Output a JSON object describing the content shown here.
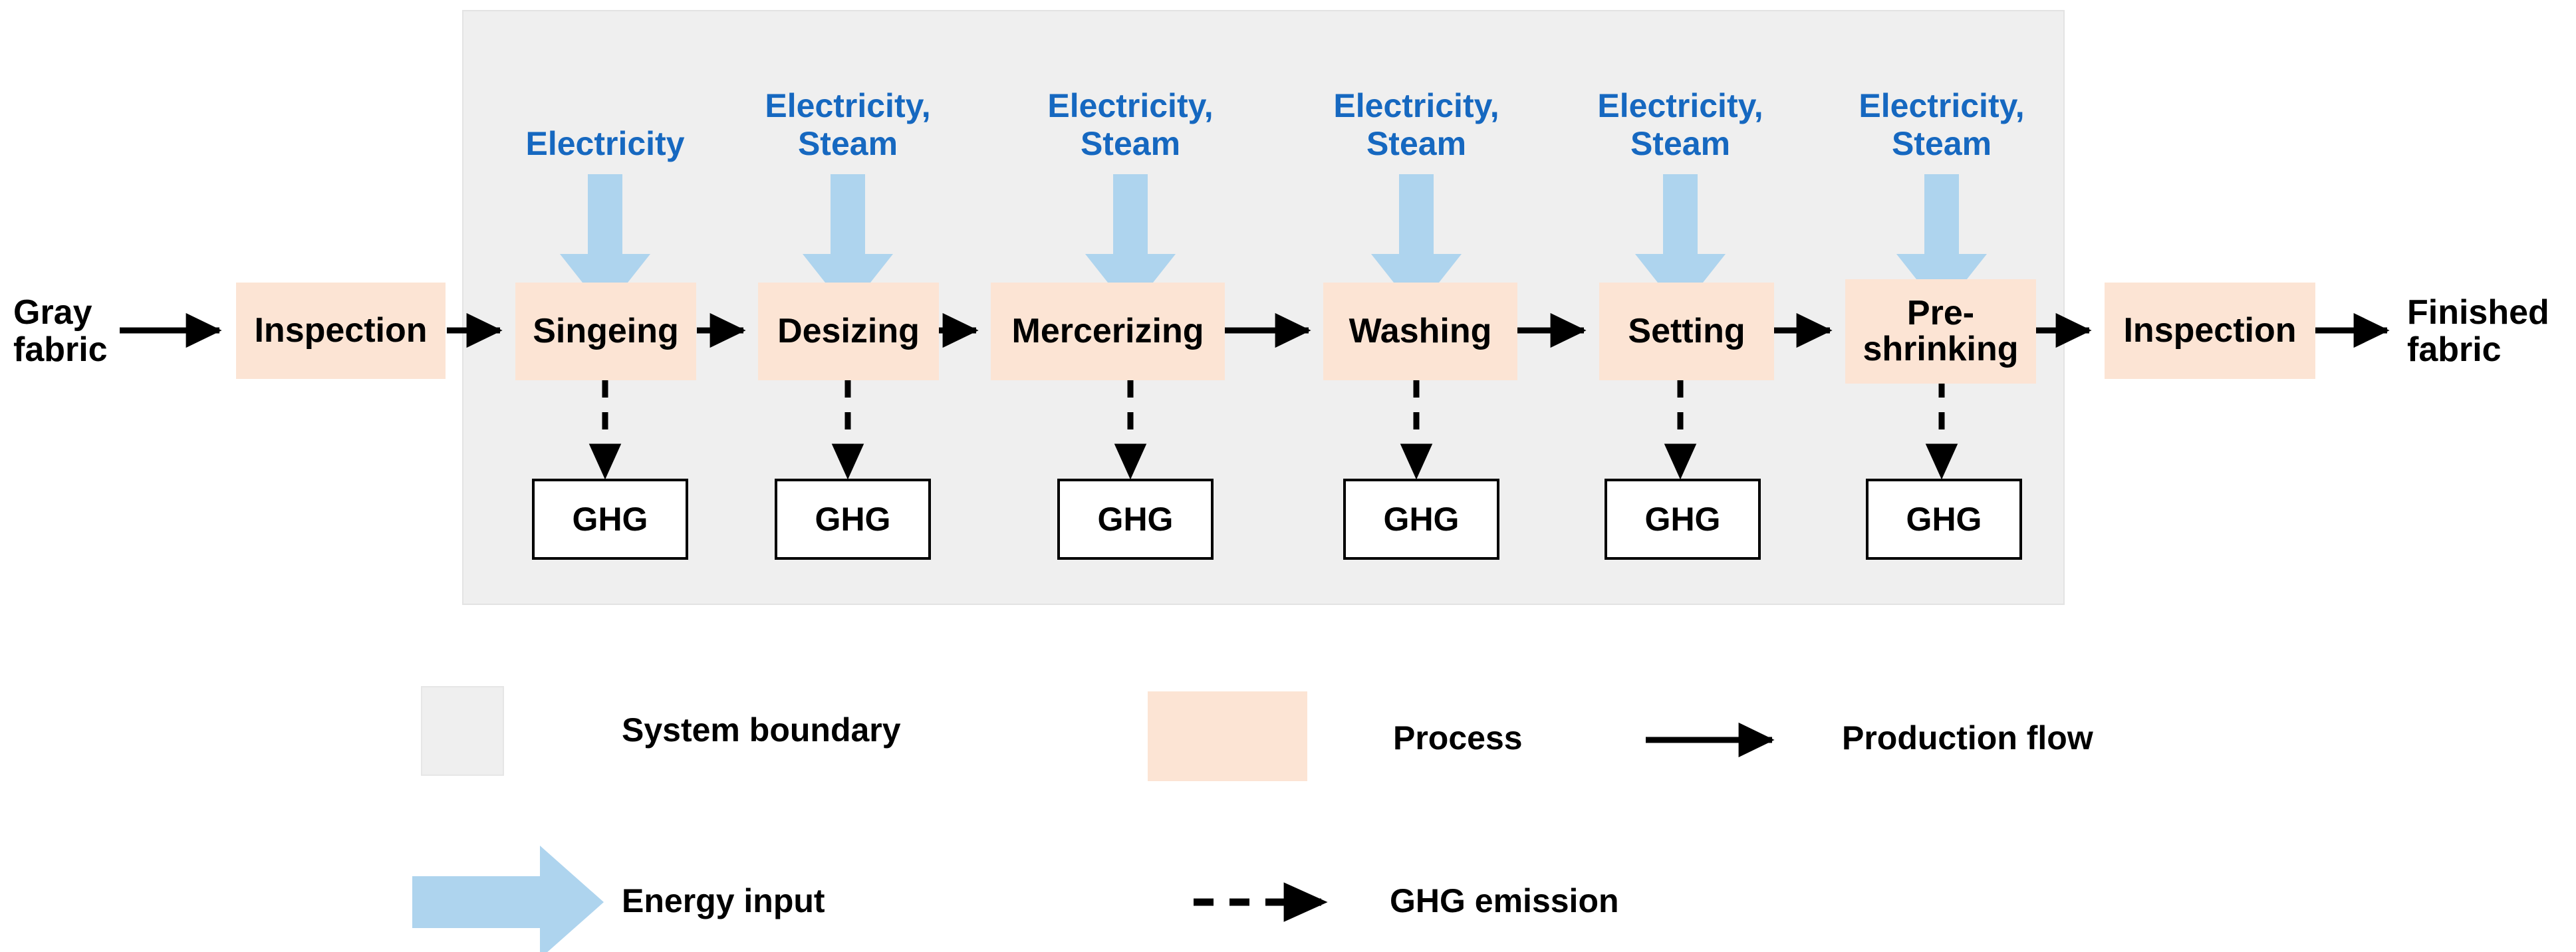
{
  "diagram": {
    "title": "Textile finishing process system boundary diagram",
    "colors": {
      "process_fill": "#fce4d4",
      "boundary_fill": "#efefef",
      "energy_arrow": "#aed4ee",
      "energy_text": "#1668c0",
      "flow_arrow": "#000000",
      "ghg_box_fill": "#ffffff",
      "ghg_box_border": "#000000"
    },
    "input_label": "Gray\nfabric",
    "output_label": "Finished\nfabric",
    "external_processes": [
      {
        "label": "Inspection",
        "position": "left"
      },
      {
        "label": "Inspection",
        "position": "right"
      }
    ],
    "boundary_processes": [
      {
        "label": "Singeing",
        "energy": "Electricity",
        "emission": "GHG"
      },
      {
        "label": "Desizing",
        "energy": "Electricity,\nSteam",
        "emission": "GHG"
      },
      {
        "label": "Mercerizing",
        "energy": "Electricity,\nSteam",
        "emission": "GHG"
      },
      {
        "label": "Washing",
        "energy": "Electricity,\nSteam",
        "emission": "GHG"
      },
      {
        "label": "Setting",
        "energy": "Electricity,\nSteam",
        "emission": "GHG"
      },
      {
        "label": "Pre-\nshrinking",
        "energy": "Electricity,\nSteam",
        "emission": "GHG"
      }
    ]
  },
  "legend": {
    "items": [
      {
        "symbol": "gray-square",
        "label": "System boundary"
      },
      {
        "symbol": "peach-square",
        "label": "Process"
      },
      {
        "symbol": "solid-arrow",
        "label": "Production flow"
      },
      {
        "symbol": "blue-block-arrow",
        "label": "Energy input"
      },
      {
        "symbol": "dashed-arrow",
        "label": "GHG emission"
      }
    ]
  }
}
